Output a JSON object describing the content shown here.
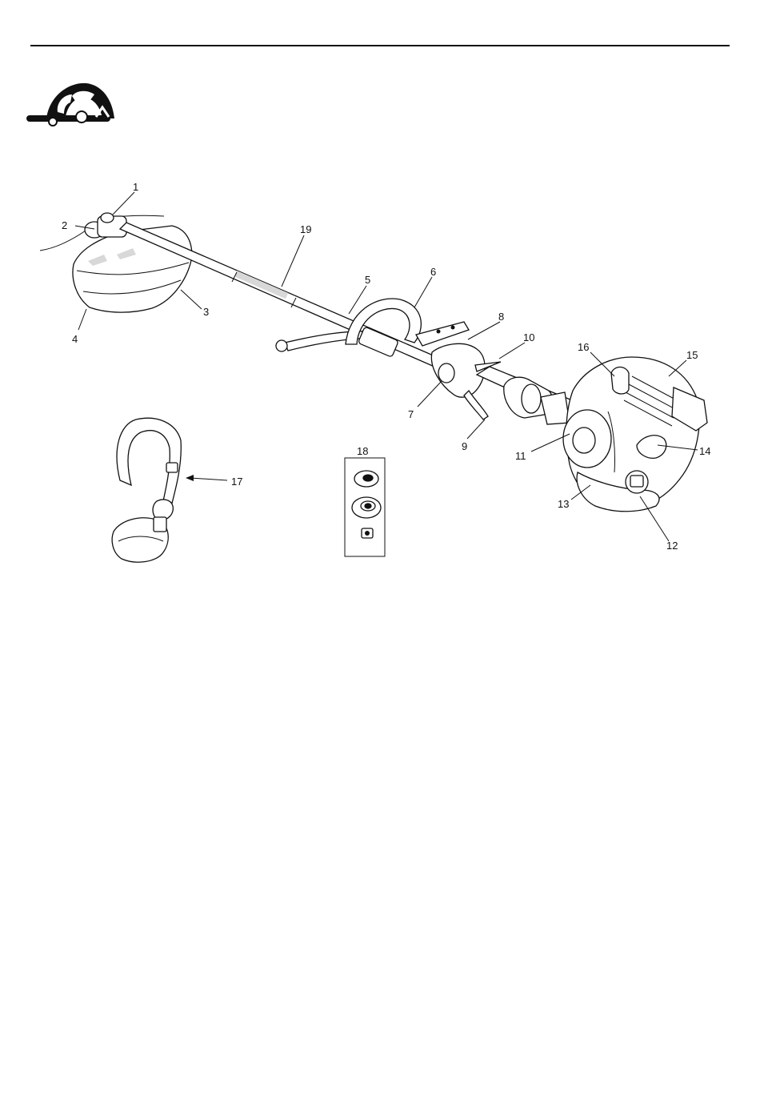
{
  "header": {
    "icon": "assembled-trimmer-icon"
  },
  "diagram": {
    "callouts": [
      {
        "id": "1",
        "text": "1"
      },
      {
        "id": "2",
        "text": "2"
      },
      {
        "id": "3",
        "text": "3"
      },
      {
        "id": "4",
        "text": "4"
      },
      {
        "id": "5",
        "text": "5"
      },
      {
        "id": "6",
        "text": "6"
      },
      {
        "id": "7",
        "text": "7"
      },
      {
        "id": "8",
        "text": "8"
      },
      {
        "id": "9",
        "text": "9"
      },
      {
        "id": "10",
        "text": "10"
      },
      {
        "id": "11",
        "text": "11"
      },
      {
        "id": "12",
        "text": "12"
      },
      {
        "id": "13",
        "text": "13"
      },
      {
        "id": "14",
        "text": "14"
      },
      {
        "id": "15",
        "text": "15"
      },
      {
        "id": "16",
        "text": "16"
      },
      {
        "id": "17",
        "text": "17"
      },
      {
        "id": "18",
        "text": "18"
      },
      {
        "id": "19",
        "text": "19"
      }
    ]
  }
}
